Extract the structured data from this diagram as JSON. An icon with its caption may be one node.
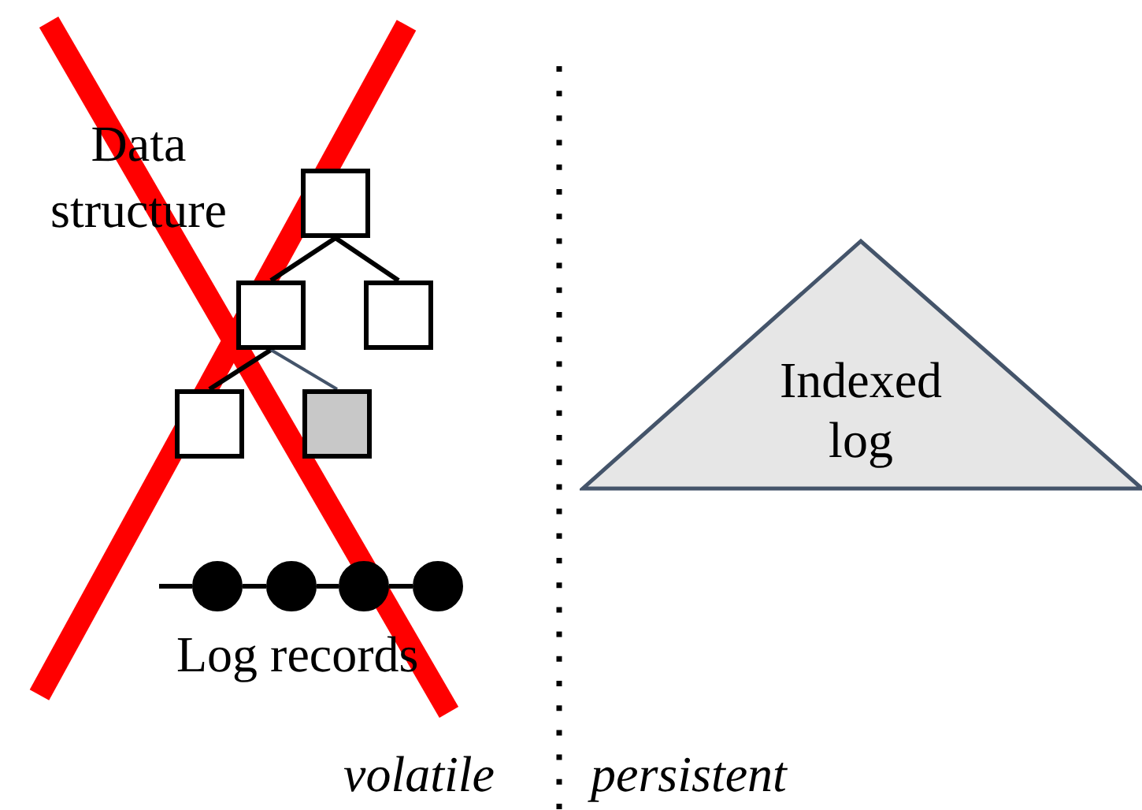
{
  "diagram": {
    "nodes": [
      {
        "text": [],
        "shape": "box"
      },
      {
        "text": [],
        "shape": "box"
      },
      {
        "text": [],
        "shape": "box"
      },
      {
        "text": [],
        "shape": "box"
      },
      {
        "text": [],
        "shape": "box"
      },
      {
        "text": [],
        "shape": "circle"
      },
      {
        "text": [],
        "shape": "circle"
      },
      {
        "text": [],
        "shape": "circle"
      },
      {
        "text": [],
        "shape": "circle"
      },
      {
        "text": [
          "Indexed log"
        ]
      }
    ],
    "edges": [
      {
        "from": 0,
        "to": 1,
        "arrow": "none"
      },
      {
        "from": 0,
        "to": 2,
        "arrow": "none"
      },
      {
        "from": 1,
        "to": 3,
        "arrow": "none"
      },
      {
        "from": 1,
        "to": 4,
        "arrow": "none",
        "color": "#44546a"
      },
      {
        "from": null,
        "to": 5,
        "arrow": "none"
      },
      {
        "from": 5,
        "to": 6,
        "arrow": "none"
      },
      {
        "from": 6,
        "to": 7,
        "arrow": "none"
      },
      {
        "from": 7,
        "to": 8,
        "arrow": "none"
      }
    ],
    "labels": [
      "Data structure",
      "Log records",
      "volatile",
      "persistent"
    ]
  }
}
